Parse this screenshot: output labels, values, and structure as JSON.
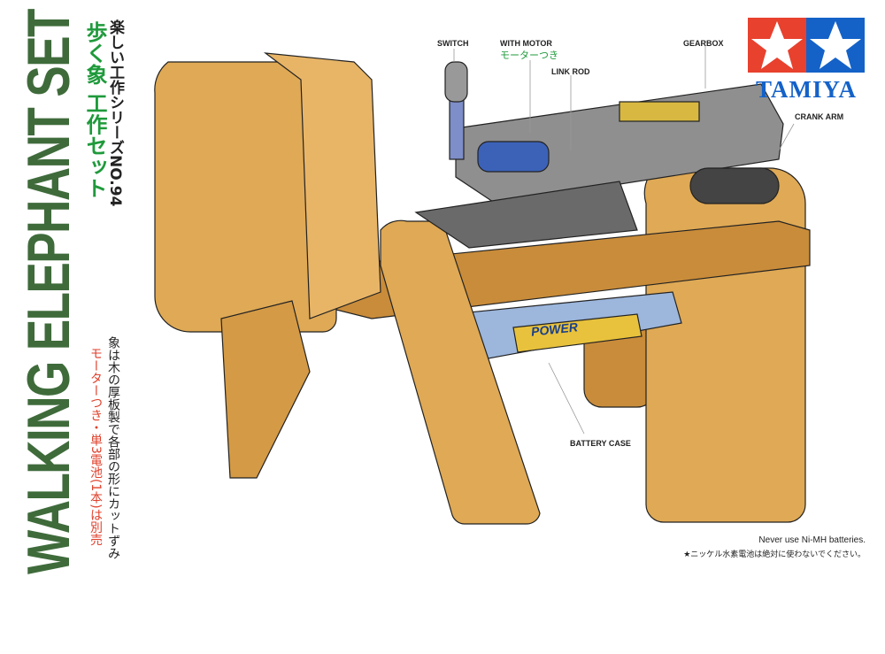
{
  "title_en": "WALKING ELEPHANT SET",
  "series": "楽しい工作シリーズNO.94",
  "title_jp": "歩く象 工作セット",
  "description": "象は木の厚板製で各部の形にカットずみ",
  "note": "モーターつき・単3電池(1本)は別売",
  "labels": {
    "switch": "SWITCH",
    "with_motor": "WITH MOTOR",
    "with_motor_jp": "モーターつき",
    "link_rod": "LINK ROD",
    "gearbox": "GEARBOX",
    "crank_arm": "CRANK ARM",
    "battery_case": "BATTERY CASE"
  },
  "brand": "TAMIYA",
  "battery_brand": "POWER",
  "warning_en": "Never use Ni-MH batteries.",
  "warning_jp": "★ニッケル水素電池は絶対に使わないでください。",
  "colors": {
    "title_green": "#3f6b3b",
    "jp_green": "#1f9a3b",
    "note_red": "#e0412c",
    "tamiya_red": "#e8412e",
    "tamiya_blue": "#1462c8",
    "wood": "#d9a24a"
  }
}
